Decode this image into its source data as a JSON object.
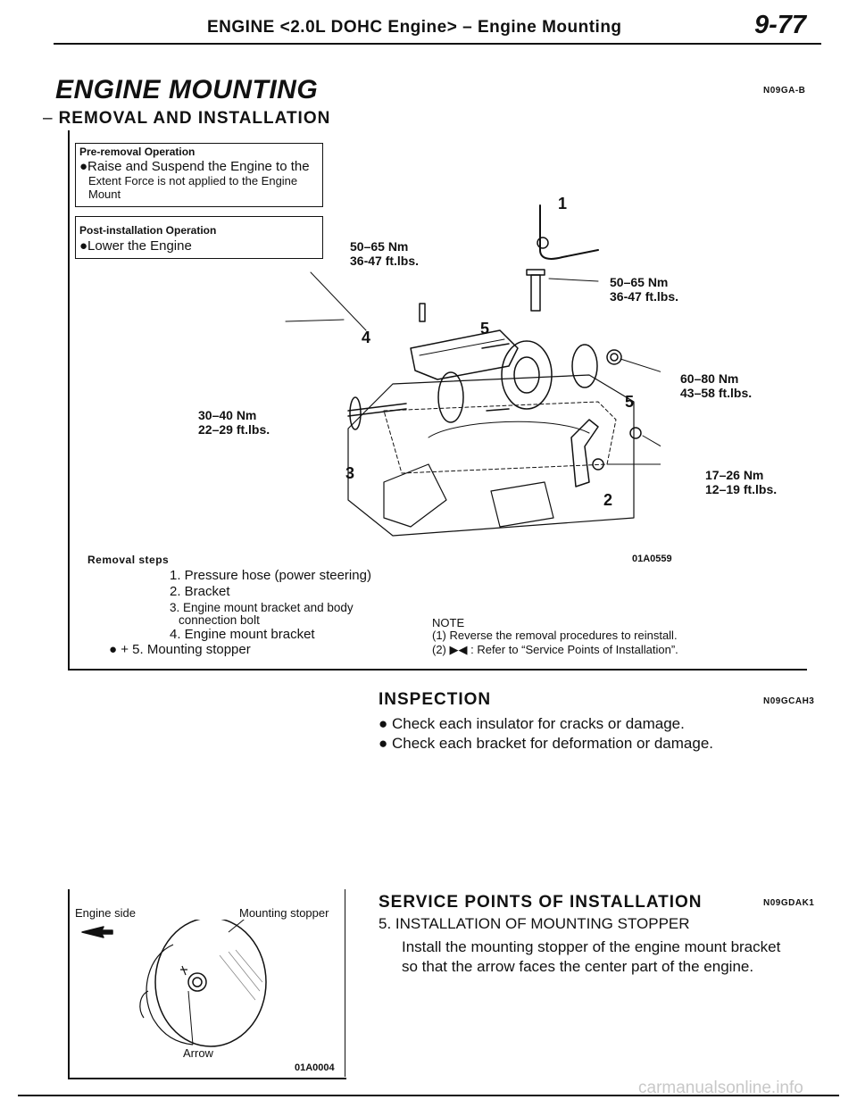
{
  "header": {
    "title": "ENGINE <2.0L DOHC Engine> – Engine Mounting",
    "page_number": "9-77"
  },
  "section": {
    "title": "ENGINE MOUNTING",
    "code": "N09GA-B",
    "subtitle": "REMOVAL AND INSTALLATION"
  },
  "pre_removal": {
    "label": "Pre-removal Operation",
    "line1": "●Raise and Suspend the Engine to the",
    "line2": "Extent Force is not applied to the Engine",
    "line3": "Mount"
  },
  "post_install": {
    "label": "Post-installation Operation",
    "line1": "●Lower the Engine"
  },
  "diagram": {
    "image_code": "01A0559",
    "torques": {
      "t1": {
        "nm": "50–65 Nm",
        "ft": "36-47 ft.lbs."
      },
      "t2": {
        "nm": "50–65 Nm",
        "ft": "36-47 ft.lbs."
      },
      "t3": {
        "nm": "60–80 Nm",
        "ft": "43–58 ft.lbs."
      },
      "t4": {
        "nm": "30–40 Nm",
        "ft": "22–29 ft.lbs."
      },
      "t5": {
        "nm": "17–26 Nm",
        "ft": "12–19 ft.lbs."
      }
    },
    "callouts": [
      "1",
      "2",
      "3",
      "4",
      "5",
      "5"
    ]
  },
  "removal_steps": {
    "title": "Removal steps",
    "steps": [
      "1. Pressure hose (power steering)",
      "2. Bracket",
      "3. Engine mount bracket and body",
      "connection bolt",
      "4. Engine mount bracket",
      "● + 5. Mounting stopper"
    ]
  },
  "note": {
    "title": "NOTE",
    "line1": "(1) Reverse the removal procedures to reinstall.",
    "line2": "(2) ▶◀ : Refer to “Service Points of Installation”."
  },
  "inspection": {
    "title": "INSPECTION",
    "code": "N09GCAH3",
    "items": [
      "● Check each insulator for cracks or damage.",
      "● Check each bracket for deformation or damage."
    ]
  },
  "service_points": {
    "title": "SERVICE POINTS OF INSTALLATION",
    "code": "N09GDAK1",
    "item_title": "5. INSTALLATION OF MOUNTING STOPPER",
    "line1": "Install the mounting stopper of the engine mount bracket",
    "line2": "so that the arrow faces the center part of the engine."
  },
  "stopper_figure": {
    "engine_side": "Engine side",
    "mounting_stopper": "Mounting stopper",
    "arrow": "Arrow",
    "image_code": "01A0004"
  },
  "watermark": "carmanualsonline.info"
}
